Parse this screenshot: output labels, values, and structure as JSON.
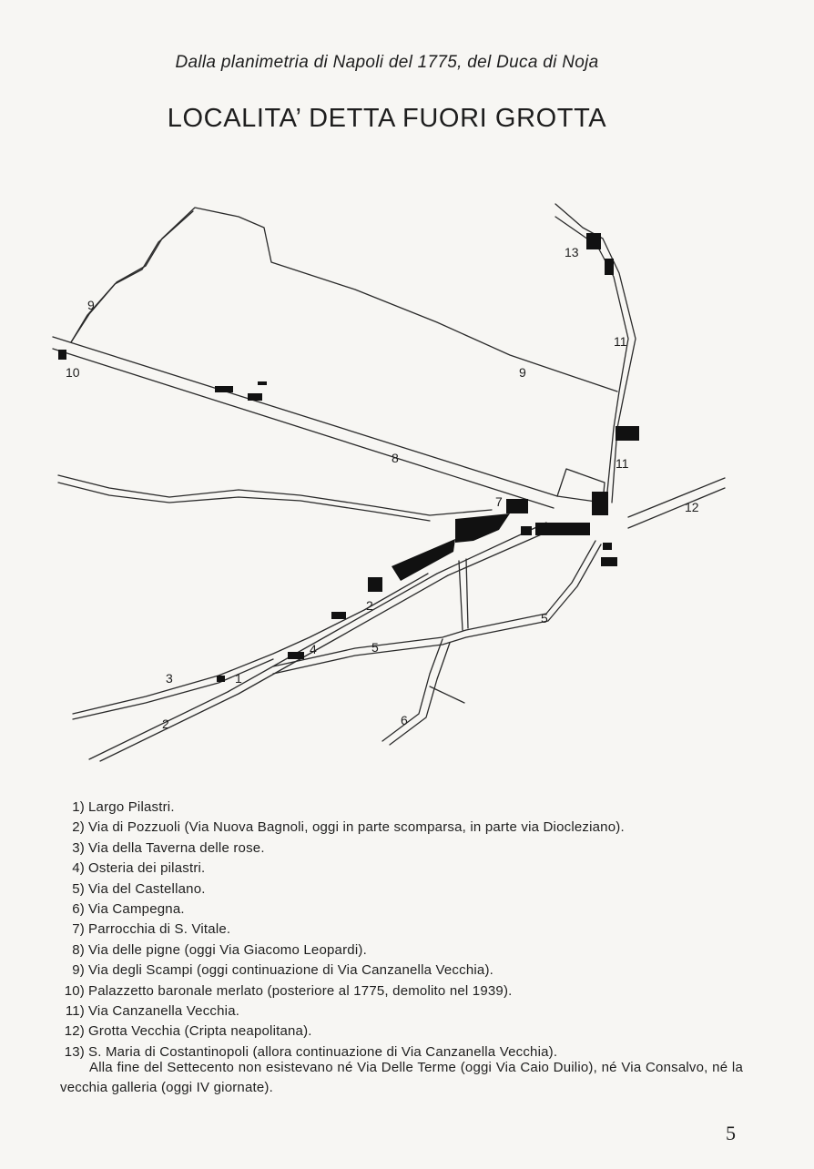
{
  "header": {
    "subtitle": "Dalla planimetria di Napoli del 1775, del Duca di Noja",
    "title": "LOCALITA’ DETTA FUORI GROTTA"
  },
  "map": {
    "labels": [
      "9",
      "10",
      "9",
      "13",
      "11",
      "11",
      "8",
      "7",
      "12",
      "2",
      "5",
      "4",
      "5",
      "3",
      "1",
      "2",
      "6"
    ]
  },
  "legend": [
    {
      "num": "1)",
      "text": "Largo Pilastri."
    },
    {
      "num": "2)",
      "text": "Via di Pozzuoli (Via Nuova Bagnoli, oggi in parte scomparsa, in parte via Diocleziano)."
    },
    {
      "num": "3)",
      "text": "Via della Taverna delle rose."
    },
    {
      "num": "4)",
      "text": "Osteria dei pilastri."
    },
    {
      "num": "5)",
      "text": "Via del Castellano."
    },
    {
      "num": "6)",
      "text": "Via Campegna."
    },
    {
      "num": "7)",
      "text": "Parrocchia di S. Vitale."
    },
    {
      "num": "8)",
      "text": "Via delle pigne (oggi Via Giacomo Leopardi)."
    },
    {
      "num": "9)",
      "text": "Via degli Scampi (oggi continuazione di Via Canzanella Vecchia)."
    },
    {
      "num": "10)",
      "text": "Palazzetto baronale merlato (posteriore al 1775, demolito nel 1939)."
    },
    {
      "num": "11)",
      "text": "Via Canzanella Vecchia."
    },
    {
      "num": "12)",
      "text": "Grotta Vecchia (Cripta neapolitana)."
    },
    {
      "num": "13)",
      "text": "S. Maria di Costantinopoli (allora continuazione di Via Canzanella Vecchia)."
    }
  ],
  "note": "Alla fine del Settecento non esistevano né Via Delle Terme (oggi Via Caio Duilio), né Via Consalvo, né la vecchia galleria (oggi IV giornate).",
  "page_number": "5"
}
